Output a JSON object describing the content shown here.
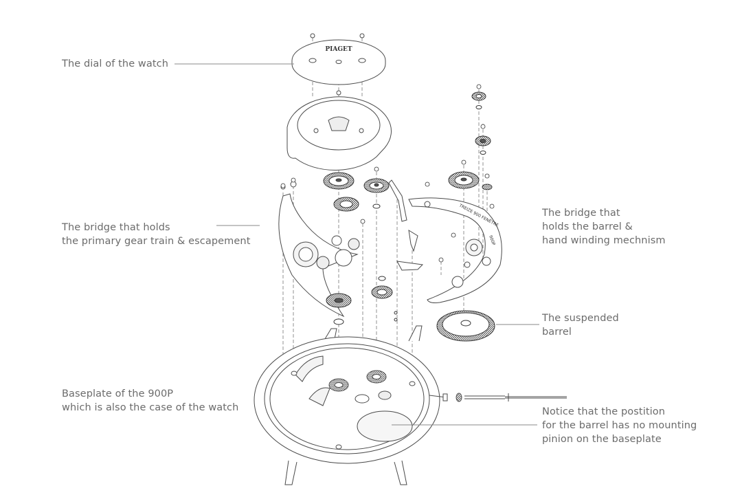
{
  "brand": "PIAGET",
  "engraving": {
    "bridge_text": "TREIZE 900 FENÊTRE",
    "model": "900P"
  },
  "labels": {
    "dial": [
      "The dial of the watch"
    ],
    "primary_bridge": [
      "The bridge that holds",
      "the primary gear train & escapement"
    ],
    "barrel_bridge": [
      "The bridge that",
      "holds the barrel &",
      "hand winding mechnism"
    ],
    "suspended_barrel": [
      "The suspended",
      "barrel"
    ],
    "baseplate": [
      "Baseplate of the 900P",
      "which is also the case of the watch"
    ],
    "notice": [
      "Notice that the postition",
      "for the barrel has no mounting",
      "pinion on the baseplate"
    ]
  },
  "colors": {
    "line": "#4a4a4a",
    "label": "#6b6b6b",
    "leader": "#888888",
    "fill": "#ffffff",
    "shade": "#d8d8d8"
  }
}
